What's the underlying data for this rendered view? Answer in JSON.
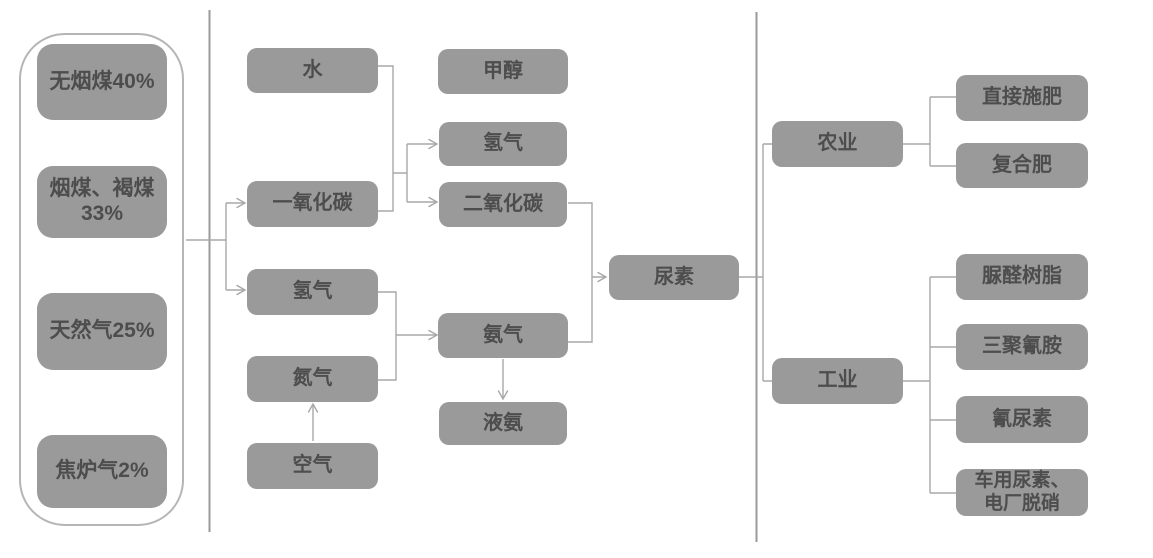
{
  "palette": {
    "node_fill": "#9a9a9a",
    "node_text": "#4d4d4d",
    "connector_line": "#a8a8a8",
    "group_border": "#b5b5b5",
    "background": "#ffffff"
  },
  "raw_materials": {
    "anthracite": "无烟煤40%",
    "bituminous_lignite": [
      "烟煤、褐煤",
      "33%"
    ],
    "natural_gas": "天然气25%",
    "coke_oven_gas": "焦炉气2%"
  },
  "intermediates": {
    "water": "水",
    "carbon_monoxide": "一氧化碳",
    "hydrogen_left": "氢气",
    "nitrogen": "氮气",
    "air": "空气",
    "methanol": "甲醇",
    "hydrogen_right": "氢气",
    "carbon_dioxide": "二氧化碳",
    "ammonia": "氨气",
    "liquid_ammonia": "液氨"
  },
  "product": {
    "urea": "尿素"
  },
  "applications": {
    "agriculture": "农业",
    "industry": "工业",
    "direct_fertilization": "直接施肥",
    "compound_fertilizer": "复合肥",
    "urea_formaldehyde_resin": "脲醛树脂",
    "melamine": "三聚氰胺",
    "cyanuric_urea": "氰尿素",
    "vehicle_urea_denitration": [
      "车用尿素、",
      "电厂脱硝"
    ]
  }
}
